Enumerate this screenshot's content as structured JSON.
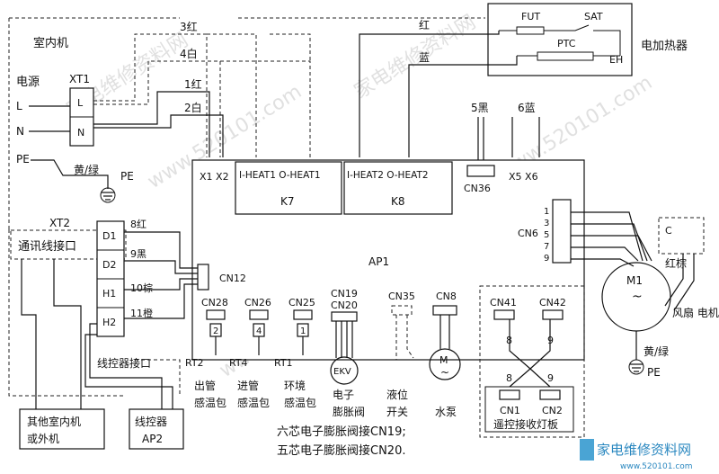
{
  "titles": {
    "indoor_unit": "室内机",
    "power": "电源",
    "heater": "电加热器",
    "comm_port": "通讯线接口",
    "wired_ctrl_port": "线控器接口",
    "other_unit": "其他室内机\n或外机",
    "wired_ctrl": "线控器\nAP2",
    "fan_motor": "风扇\n电机"
  },
  "xt1": {
    "label": "XT1",
    "terminals": [
      "L",
      "N"
    ],
    "lines": [
      "L",
      "N",
      "PE"
    ]
  },
  "pe_ground": {
    "label": "黄/绿",
    "symbol": "PE"
  },
  "heater": {
    "fut": "FUT",
    "sat": "SAT",
    "ptc": "PTC",
    "eh": "EH"
  },
  "wires_top": {
    "w1": "3红",
    "w2": "4白",
    "w3": "1红",
    "w4": "2白",
    "red": "红",
    "blue": "蓝",
    "black5": "5黑",
    "blue6": "6蓝"
  },
  "board": {
    "label": "AP1",
    "x1x2": "X1 X2",
    "k7_terms": "I-HEAT1 O-HEAT1",
    "k7": "K7",
    "k8_terms": "I-HEAT2 O-HEAT2",
    "k8": "K8",
    "cn36": "CN36",
    "x5x6": "X5  X6",
    "cn6": "CN6",
    "cn6_pins": [
      "1",
      "3",
      "5",
      "7",
      "9"
    ],
    "cn12": "CN12"
  },
  "xt2": {
    "label": "XT2",
    "terminals": [
      "D1",
      "D2",
      "H1",
      "H2"
    ],
    "wires": [
      "8红",
      "9黑",
      "10棕",
      "11橙"
    ]
  },
  "connectors": {
    "cn28": "CN28",
    "cn26": "CN26",
    "cn25": "CN25",
    "cn19": "CN19",
    "cn20": "CN20",
    "cn35": "CN35",
    "cn8": "CN8",
    "cn41": "CN41",
    "cn42": "CN42",
    "cn1": "CN1",
    "cn2": "CN2",
    "pin_8": "8",
    "pin_9": "9",
    "pins_rt": [
      "2",
      "4",
      "1"
    ]
  },
  "sensors": [
    {
      "code": "RT2",
      "name": "出管\n感温包"
    },
    {
      "code": "RT4",
      "name": "进管\n感温包"
    },
    {
      "code": "RT1",
      "name": "环境\n感温包"
    }
  ],
  "devices": {
    "ekv": "EKV",
    "ekv_name": "电子\n膨胀阀",
    "float_name": "液位\n开关",
    "pump": "M",
    "pump_name": "水泵",
    "receiver": "遥控接收灯板",
    "motor": "M1"
  },
  "fan": {
    "wire_color": "红棕",
    "ground": "黄/绿",
    "pe": "PE",
    "plug_c": "C"
  },
  "notes": [
    "六芯电子膨胀阀接CN19;",
    "五芯电子膨胀阀接CN20."
  ],
  "watermark": {
    "logo": "家电维修资料网",
    "url": "www.520101.com"
  }
}
